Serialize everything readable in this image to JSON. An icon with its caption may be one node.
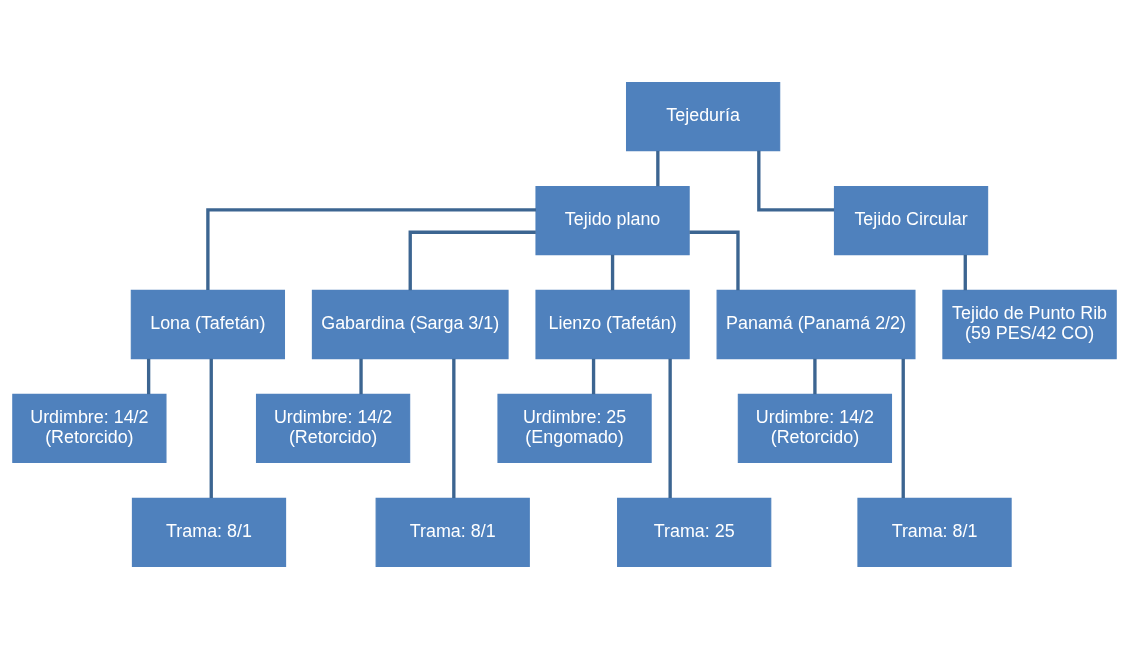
{
  "diagram": {
    "nodes": [
      {
        "text": [
          "Tejeduría"
        ]
      },
      {
        "text": [
          "Tejido plano"
        ]
      },
      {
        "text": [
          "Tejido Circular"
        ]
      },
      {
        "text": [
          "Lona (Tafetán)"
        ]
      },
      {
        "text": [
          "Gabardina (Sarga 3/1)"
        ]
      },
      {
        "text": [
          "Lienzo (Tafetán)"
        ]
      },
      {
        "text": [
          "Panamá (Panamá 2/2)"
        ]
      },
      {
        "text": [
          "Tejido de Punto Rib (59 PES/42 CO)"
        ]
      },
      {
        "text": [
          "Urdimbre: 14/2 (Retorcido)"
        ]
      },
      {
        "text": [
          "Trama: 8/1"
        ]
      },
      {
        "text": [
          "Urdimbre: 14/2 (Retorcido)"
        ]
      },
      {
        "text": [
          "Trama: 8/1"
        ]
      },
      {
        "text": [
          "Urdimbre: 25 (Engomado)"
        ]
      },
      {
        "text": [
          "Trama: 25"
        ]
      },
      {
        "text": [
          "Urdimbre: 14/2 (Retorcido)"
        ]
      },
      {
        "text": [
          "Trama: 8/1"
        ]
      }
    ],
    "edges": [
      {
        "from": 0,
        "to": 1,
        "arrow": "none"
      },
      {
        "from": 0,
        "to": 2,
        "arrow": "none"
      },
      {
        "from": 1,
        "to": 3,
        "arrow": "none"
      },
      {
        "from": 1,
        "to": 4,
        "arrow": "none"
      },
      {
        "from": 1,
        "to": 5,
        "arrow": "none"
      },
      {
        "from": 1,
        "to": 6,
        "arrow": "none"
      },
      {
        "from": 2,
        "to": 7,
        "arrow": "none"
      },
      {
        "from": 3,
        "to": 8,
        "arrow": "none"
      },
      {
        "from": 3,
        "to": 9,
        "arrow": "none"
      },
      {
        "from": 4,
        "to": 10,
        "arrow": "none"
      },
      {
        "from": 4,
        "to": 11,
        "arrow": "none"
      },
      {
        "from": 5,
        "to": 12,
        "arrow": "none"
      },
      {
        "from": 5,
        "to": 13,
        "arrow": "none"
      },
      {
        "from": 6,
        "to": 14,
        "arrow": "none"
      },
      {
        "from": 6,
        "to": 15,
        "arrow": "none"
      }
    ]
  }
}
